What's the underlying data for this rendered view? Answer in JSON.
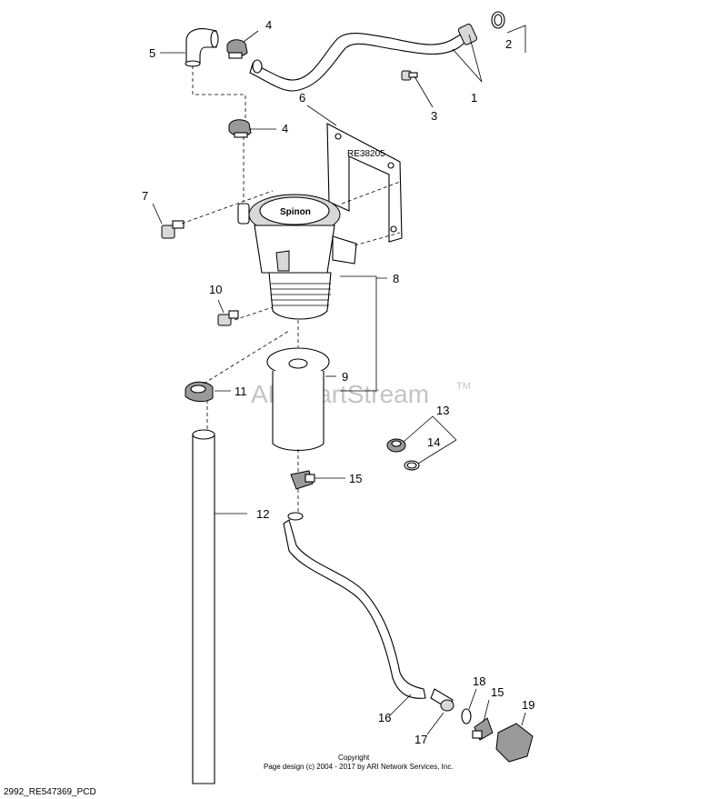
{
  "watermark": {
    "text": "ARI PartStream",
    "tm": "TM"
  },
  "footer": {
    "copyright": "Copyright",
    "page_design": "Page design (c) 2004 - 2017 by ARI Network Services, Inc."
  },
  "diagram_code": "2992_RE547369_PCD",
  "callouts": {
    "c1": "1",
    "c2": "2",
    "c3": "3",
    "c4a": "4",
    "c4b": "4",
    "c5": "5",
    "c6": "6",
    "c7": "7",
    "c8": "8",
    "c9": "9",
    "c10": "10",
    "c11": "11",
    "c12": "12",
    "c13": "13",
    "c14": "14",
    "c15a": "15",
    "c15b": "15",
    "c16": "16",
    "c17": "17",
    "c18": "18",
    "c19": "19"
  }
}
